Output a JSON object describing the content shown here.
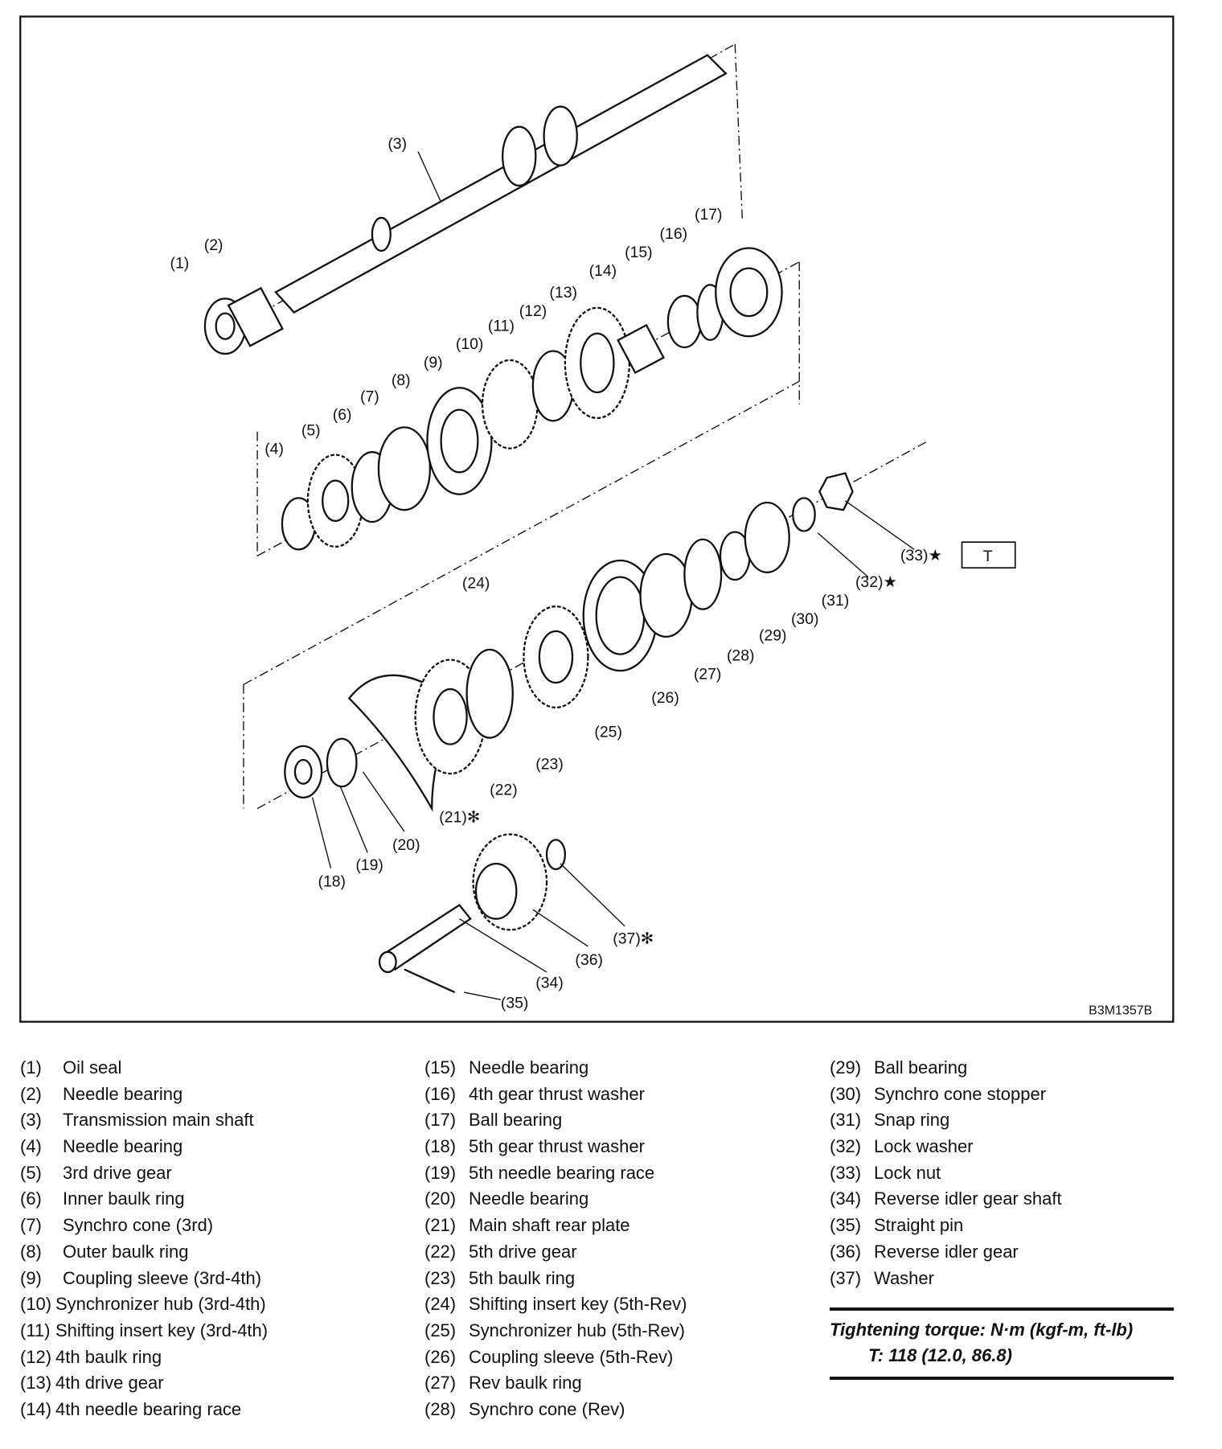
{
  "figure": {
    "code": "B3M1357B",
    "torque_box": "T",
    "callouts": [
      {
        "n": "(1)"
      },
      {
        "n": "(2)"
      },
      {
        "n": "(3)"
      },
      {
        "n": "(4)"
      },
      {
        "n": "(5)"
      },
      {
        "n": "(6)"
      },
      {
        "n": "(7)"
      },
      {
        "n": "(8)"
      },
      {
        "n": "(9)"
      },
      {
        "n": "(10)"
      },
      {
        "n": "(11)"
      },
      {
        "n": "(12)"
      },
      {
        "n": "(13)"
      },
      {
        "n": "(14)"
      },
      {
        "n": "(15)"
      },
      {
        "n": "(16)"
      },
      {
        "n": "(17)"
      },
      {
        "n": "(18)"
      },
      {
        "n": "(19)"
      },
      {
        "n": "(20)"
      },
      {
        "n": "(21)✻"
      },
      {
        "n": "(22)"
      },
      {
        "n": "(23)"
      },
      {
        "n": "(24)"
      },
      {
        "n": "(25)"
      },
      {
        "n": "(26)"
      },
      {
        "n": "(27)"
      },
      {
        "n": "(28)"
      },
      {
        "n": "(29)"
      },
      {
        "n": "(30)"
      },
      {
        "n": "(31)"
      },
      {
        "n": "(32)★"
      },
      {
        "n": "(33)★"
      },
      {
        "n": "(34)"
      },
      {
        "n": "(35)"
      },
      {
        "n": "(36)"
      },
      {
        "n": "(37)✻"
      }
    ]
  },
  "legend": [
    [
      {
        "num": "(1)",
        "text": "Oil seal"
      },
      {
        "num": "(2)",
        "text": "Needle bearing"
      },
      {
        "num": "(3)",
        "text": "Transmission main shaft"
      },
      {
        "num": "(4)",
        "text": "Needle bearing"
      },
      {
        "num": "(5)",
        "text": "3rd drive gear"
      },
      {
        "num": "(6)",
        "text": "Inner baulk ring"
      },
      {
        "num": "(7)",
        "text": "Synchro cone (3rd)"
      },
      {
        "num": "(8)",
        "text": "Outer baulk ring"
      },
      {
        "num": "(9)",
        "text": "Coupling sleeve (3rd-4th)"
      },
      {
        "num": "(10)",
        "text": "Synchronizer hub (3rd-4th)"
      },
      {
        "num": "(11)",
        "text": "Shifting insert key (3rd-4th)"
      },
      {
        "num": "(12)",
        "text": "4th baulk ring"
      },
      {
        "num": "(13)",
        "text": "4th drive gear"
      },
      {
        "num": "(14)",
        "text": "4th needle bearing race"
      }
    ],
    [
      {
        "num": "(15)",
        "text": "Needle bearing"
      },
      {
        "num": "(16)",
        "text": "4th gear thrust washer"
      },
      {
        "num": "(17)",
        "text": "Ball bearing"
      },
      {
        "num": "(18)",
        "text": "5th gear thrust washer"
      },
      {
        "num": "(19)",
        "text": "5th needle bearing race"
      },
      {
        "num": "(20)",
        "text": "Needle bearing"
      },
      {
        "num": "(21)",
        "text": "Main shaft rear plate"
      },
      {
        "num": "(22)",
        "text": "5th drive gear"
      },
      {
        "num": "(23)",
        "text": "5th baulk ring"
      },
      {
        "num": "(24)",
        "text": "Shifting insert key (5th-Rev)"
      },
      {
        "num": "(25)",
        "text": "Synchronizer hub (5th-Rev)"
      },
      {
        "num": "(26)",
        "text": "Coupling sleeve (5th-Rev)"
      },
      {
        "num": "(27)",
        "text": "Rev baulk ring"
      },
      {
        "num": "(28)",
        "text": "Synchro cone (Rev)"
      }
    ],
    [
      {
        "num": "(29)",
        "text": "Ball bearing"
      },
      {
        "num": "(30)",
        "text": "Synchro cone stopper"
      },
      {
        "num": "(31)",
        "text": "Snap ring"
      },
      {
        "num": "(32)",
        "text": "Lock washer"
      },
      {
        "num": "(33)",
        "text": "Lock nut"
      },
      {
        "num": "(34)",
        "text": "Reverse idler gear shaft"
      },
      {
        "num": "(35)",
        "text": "Straight pin"
      },
      {
        "num": "(36)",
        "text": "Reverse idler gear"
      },
      {
        "num": "(37)",
        "text": "Washer"
      }
    ]
  ],
  "torque": {
    "heading": "Tightening torque: N·m (kgf-m, ft-lb)",
    "value": "T: 118 (12.0, 86.8)"
  }
}
